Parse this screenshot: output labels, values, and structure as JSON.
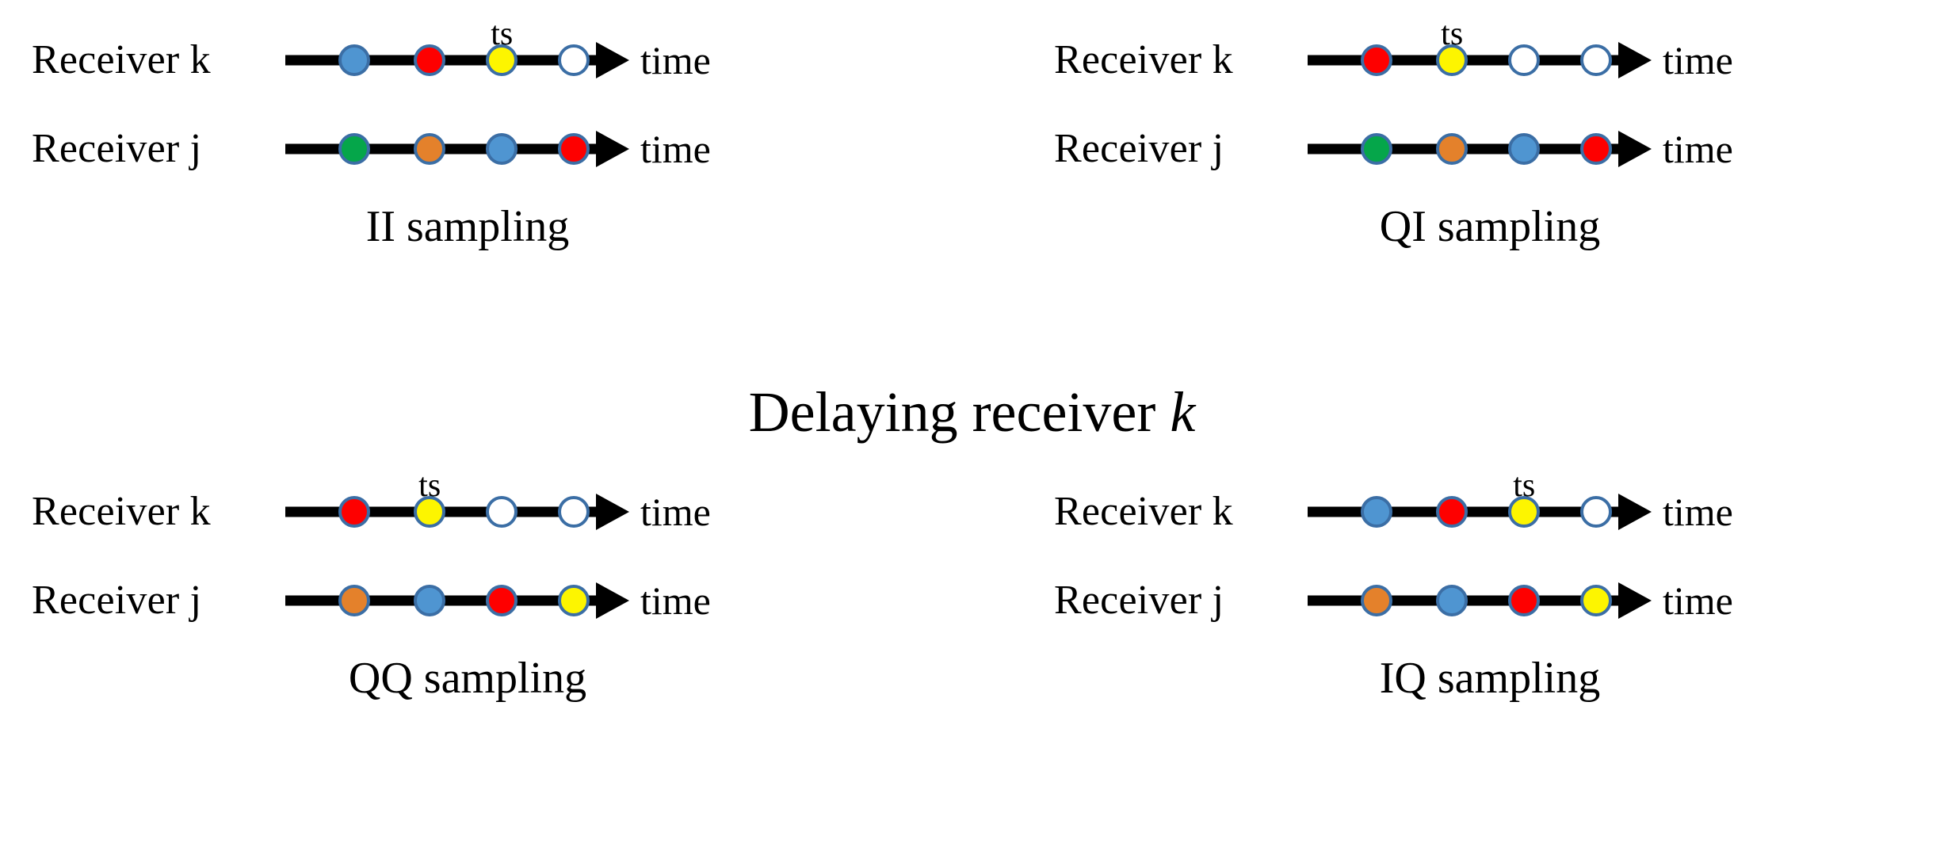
{
  "figure": {
    "center_title_text": "Delaying receiver ",
    "center_title_italic": "k",
    "time_axis_label": "time",
    "tick_label": "ts",
    "receiver_k_label": "Receiver k",
    "receiver_j_label": "Receiver j"
  },
  "colors": {
    "blue": "#4f95d1",
    "red": "#fe0000",
    "yellow": "#fdf500",
    "white": "#ffffff",
    "green": "#05a64a",
    "orange": "#e4812b",
    "marker_outline": "#3b6ea5",
    "axis": "#000000",
    "background": "#ffffff",
    "text": "#000000"
  },
  "chart_data": {
    "type": "diagram",
    "title": "Delaying receiver k",
    "description": "Four timing diagrams showing I/Q sample alignment between receiver k and receiver j",
    "xlabel": "time",
    "panels": [
      {
        "id": "ii",
        "caption": "II sampling",
        "position": "top-left",
        "ts_marker_index": 2,
        "rows": [
          {
            "label": "Receiver k",
            "markers": [
              {
                "index": 0,
                "fill": "blue",
                "x_pct": 22
              },
              {
                "index": 1,
                "fill": "red",
                "x_pct": 46
              },
              {
                "index": 2,
                "fill": "yellow",
                "x_pct": 69
              },
              {
                "index": 3,
                "fill": "white",
                "x_pct": 92
              }
            ]
          },
          {
            "label": "Receiver j",
            "markers": [
              {
                "index": 0,
                "fill": "green",
                "x_pct": 22
              },
              {
                "index": 1,
                "fill": "orange",
                "x_pct": 46
              },
              {
                "index": 2,
                "fill": "blue",
                "x_pct": 69
              },
              {
                "index": 3,
                "fill": "red",
                "x_pct": 92
              }
            ]
          }
        ]
      },
      {
        "id": "qi",
        "caption": "QI sampling",
        "position": "top-right",
        "ts_marker_index": 1,
        "rows": [
          {
            "label": "Receiver k",
            "markers": [
              {
                "index": 0,
                "fill": "red",
                "x_pct": 22
              },
              {
                "index": 1,
                "fill": "yellow",
                "x_pct": 46
              },
              {
                "index": 2,
                "fill": "white",
                "x_pct": 69
              },
              {
                "index": 3,
                "fill": "white",
                "x_pct": 92
              }
            ]
          },
          {
            "label": "Receiver j",
            "markers": [
              {
                "index": 0,
                "fill": "green",
                "x_pct": 22
              },
              {
                "index": 1,
                "fill": "orange",
                "x_pct": 46
              },
              {
                "index": 2,
                "fill": "blue",
                "x_pct": 69
              },
              {
                "index": 3,
                "fill": "red",
                "x_pct": 92
              }
            ]
          }
        ]
      },
      {
        "id": "qq",
        "caption": "QQ sampling",
        "position": "bottom-left",
        "ts_marker_index": 1,
        "rows": [
          {
            "label": "Receiver k",
            "markers": [
              {
                "index": 0,
                "fill": "red",
                "x_pct": 22
              },
              {
                "index": 1,
                "fill": "yellow",
                "x_pct": 46
              },
              {
                "index": 2,
                "fill": "white",
                "x_pct": 69
              },
              {
                "index": 3,
                "fill": "white",
                "x_pct": 92
              }
            ]
          },
          {
            "label": "Receiver j",
            "markers": [
              {
                "index": 0,
                "fill": "orange",
                "x_pct": 22
              },
              {
                "index": 1,
                "fill": "blue",
                "x_pct": 46
              },
              {
                "index": 2,
                "fill": "red",
                "x_pct": 69
              },
              {
                "index": 3,
                "fill": "yellow",
                "x_pct": 92
              }
            ]
          }
        ]
      },
      {
        "id": "iq",
        "caption": "IQ sampling",
        "position": "bottom-right",
        "ts_marker_index": 2,
        "rows": [
          {
            "label": "Receiver k",
            "markers": [
              {
                "index": 0,
                "fill": "blue",
                "x_pct": 22
              },
              {
                "index": 1,
                "fill": "red",
                "x_pct": 46
              },
              {
                "index": 2,
                "fill": "yellow",
                "x_pct": 69
              },
              {
                "index": 3,
                "fill": "white",
                "x_pct": 92
              }
            ]
          },
          {
            "label": "Receiver j",
            "markers": [
              {
                "index": 0,
                "fill": "orange",
                "x_pct": 22
              },
              {
                "index": 1,
                "fill": "blue",
                "x_pct": 46
              },
              {
                "index": 2,
                "fill": "red",
                "x_pct": 69
              },
              {
                "index": 3,
                "fill": "yellow",
                "x_pct": 92
              }
            ]
          }
        ]
      }
    ]
  }
}
